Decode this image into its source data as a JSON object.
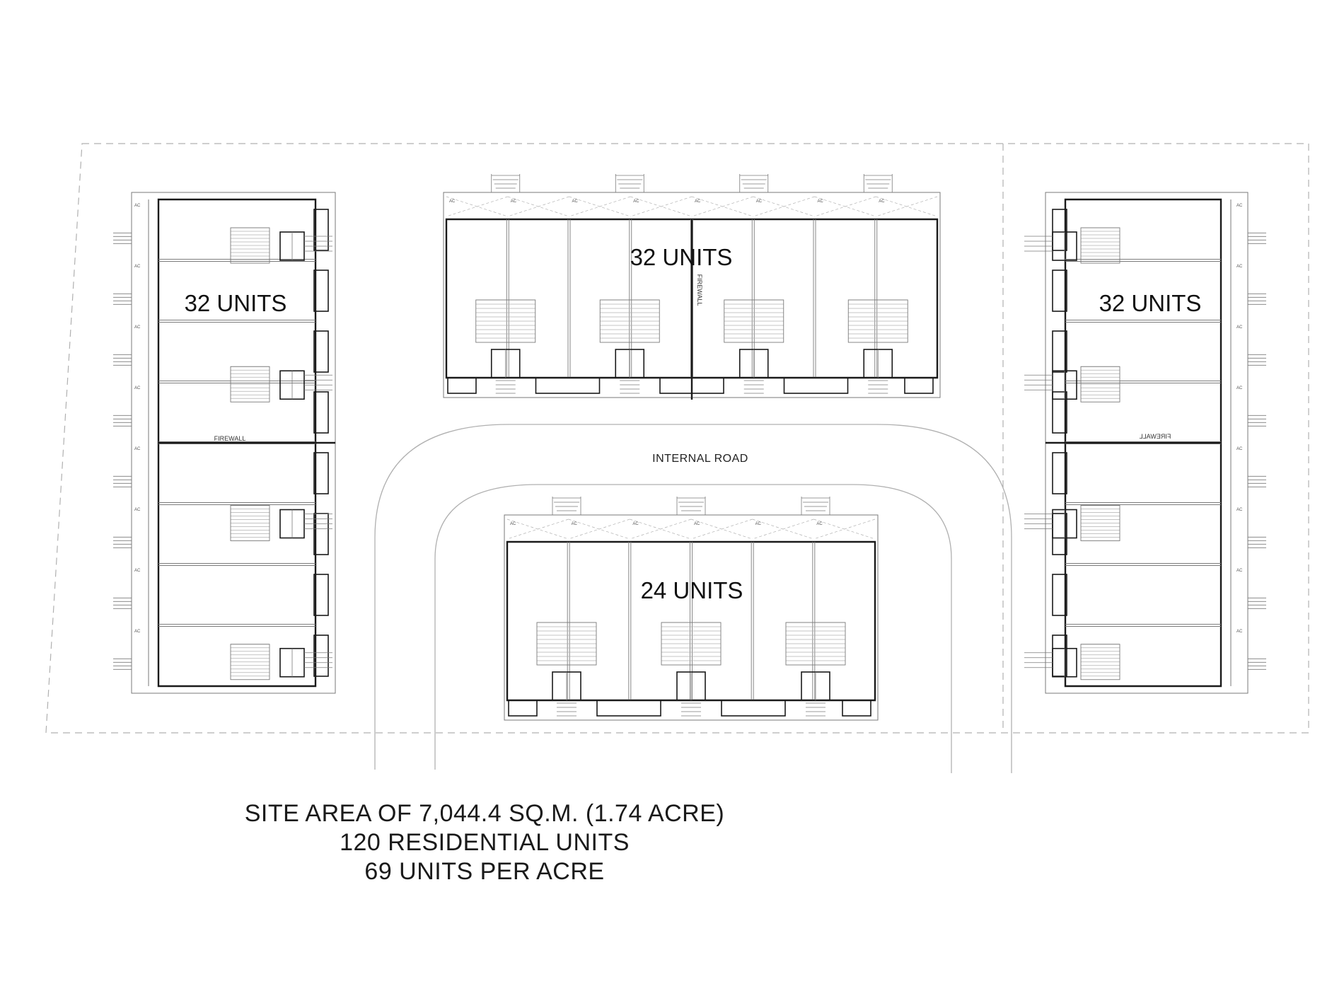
{
  "buildings": [
    {
      "id": "west",
      "units_label": "32 UNITS",
      "note": "FIREWALL",
      "orientation": "vertical"
    },
    {
      "id": "north",
      "units_label": "32 UNITS",
      "note": "FIREWALL",
      "orientation": "horizontal"
    },
    {
      "id": "east",
      "units_label": "32 UNITS",
      "note": "FIREWALL",
      "orientation": "vertical",
      "note_mirrored": true
    },
    {
      "id": "south",
      "units_label": "24 UNITS",
      "note": "",
      "orientation": "horizontal"
    }
  ],
  "road_label": "INTERNAL ROAD",
  "unit_tag": "AC",
  "summary": {
    "line1": "SITE AREA OF 7,044.4 SQ.M. (1.74 ACRE)",
    "line2": "120 RESIDENTIAL UNITS",
    "line3": "69 UNITS PER ACRE"
  },
  "colors": {
    "wall": "#1a1a1a",
    "thin": "#7a7a7a",
    "faint": "#b0b0b0"
  }
}
